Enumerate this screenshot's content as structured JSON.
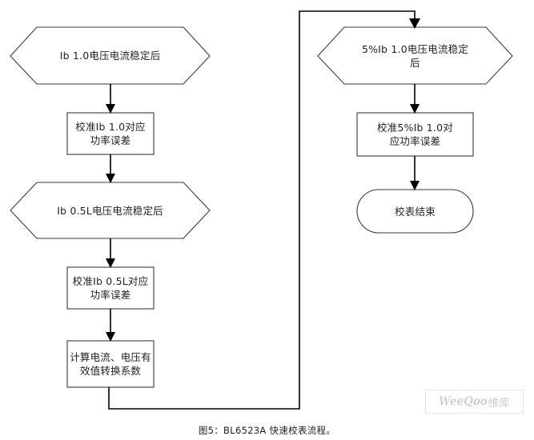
{
  "figure": {
    "caption": "图5：BL6523A 快速校表流程。",
    "watermark": {
      "prefix": "WeeQ",
      "accent": "oo",
      "suffix": "维库"
    },
    "colors": {
      "shape_stroke": "#3a3a3a",
      "connector": "#000000",
      "text": "#231f20",
      "background": "#ffffff",
      "watermark_accent": "#e8a48c"
    }
  },
  "nodes": {
    "left_column": [
      {
        "id": "ib-10-stable",
        "type": "hexagon",
        "label": "Ib 1.0电压电流稳定后"
      },
      {
        "id": "calibrate-ib-10",
        "type": "process",
        "label": "校准Ib 1.0对应\n功率误差"
      },
      {
        "id": "ib-05l-stable",
        "type": "hexagon",
        "label": "Ib 0.5L电压电流稳定后"
      },
      {
        "id": "calibrate-ib-05l",
        "type": "process",
        "label": "校准Ib 0.5L对应\n功率误差"
      },
      {
        "id": "compute-rms-coefficients",
        "type": "process",
        "label": "计算电流、电压有\n效值转换系数"
      }
    ],
    "right_column": [
      {
        "id": "ib5-10-stable",
        "type": "hexagon",
        "label": "5%Ib 1.0电压电流稳定\n后"
      },
      {
        "id": "calibrate-5ib-10",
        "type": "process",
        "label": "校准5%Ib 1.0对\n应功率误差"
      },
      {
        "id": "calibration-end",
        "type": "terminator",
        "label": "校表结束"
      }
    ]
  }
}
